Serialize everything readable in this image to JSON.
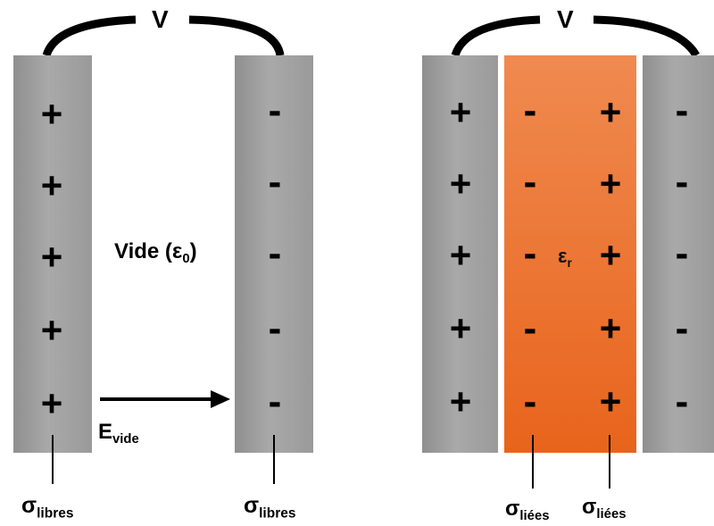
{
  "voltage_label": "V",
  "left": {
    "medium": {
      "text": "Vide (",
      "symbol": "ε",
      "subscript": "0",
      "close": ")"
    },
    "field": {
      "symbol": "E",
      "subscript": "vide"
    },
    "left_plate_signs": [
      "+",
      "+",
      "+",
      "+",
      "+"
    ],
    "right_plate_signs": [
      "-",
      "-",
      "-",
      "-",
      "-"
    ],
    "charge_labels": [
      {
        "symbol": "σ",
        "subscript": "libres"
      },
      {
        "symbol": "σ",
        "subscript": "libres"
      }
    ]
  },
  "right": {
    "dielectric": {
      "symbol": "ε",
      "subscript": "r"
    },
    "left_plate_signs": [
      "+",
      "+",
      "+",
      "+",
      "+"
    ],
    "dielectric_left_signs": [
      "-",
      "-",
      "-",
      "-",
      "-"
    ],
    "dielectric_right_signs": [
      "+",
      "+",
      "+",
      "+",
      "+"
    ],
    "right_plate_signs": [
      "-",
      "-",
      "-",
      "-",
      "-"
    ],
    "charge_labels": [
      {
        "symbol": "σ",
        "subscript": "liées"
      },
      {
        "symbol": "σ",
        "subscript": "liées"
      }
    ]
  },
  "colors": {
    "plate": "#a0a0a0",
    "dielectric": "#ed7330",
    "ink": "#000000"
  }
}
